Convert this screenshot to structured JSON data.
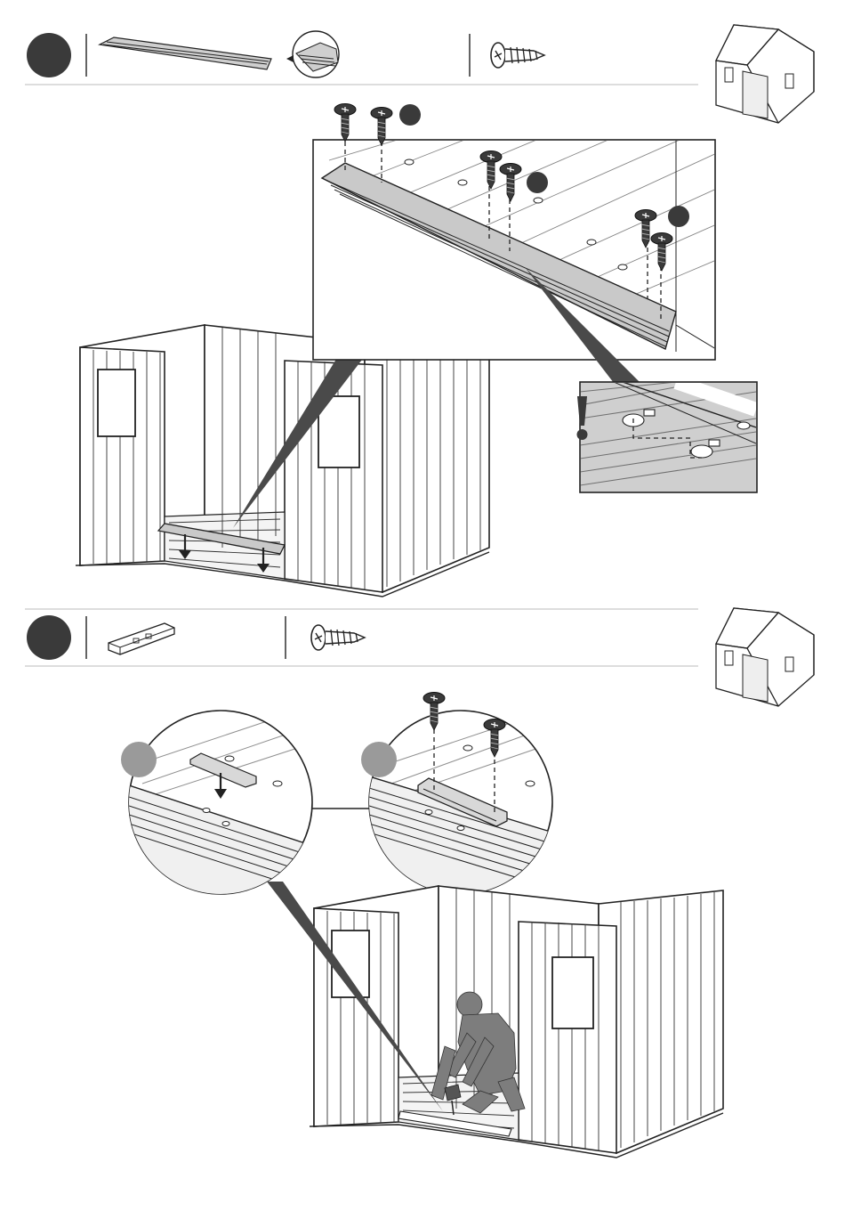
{
  "colors": {
    "step_marker": "#3a3a3a",
    "detail_marker": "#9a9a9a",
    "threshold_fill": "#c9c9c9",
    "line": "#222222",
    "figure_fill": "#7d7d7d"
  },
  "step1": {
    "parts": [
      "threshold-strip",
      "screw"
    ],
    "callout_markers": 3,
    "warning_icon": "exclamation-icon"
  },
  "step2": {
    "parts": [
      "connector-bracket",
      "screw"
    ],
    "detail_markers": 2
  },
  "icons": [
    "shed-thumbnail-icon",
    "screw-icon",
    "drill-icon"
  ]
}
